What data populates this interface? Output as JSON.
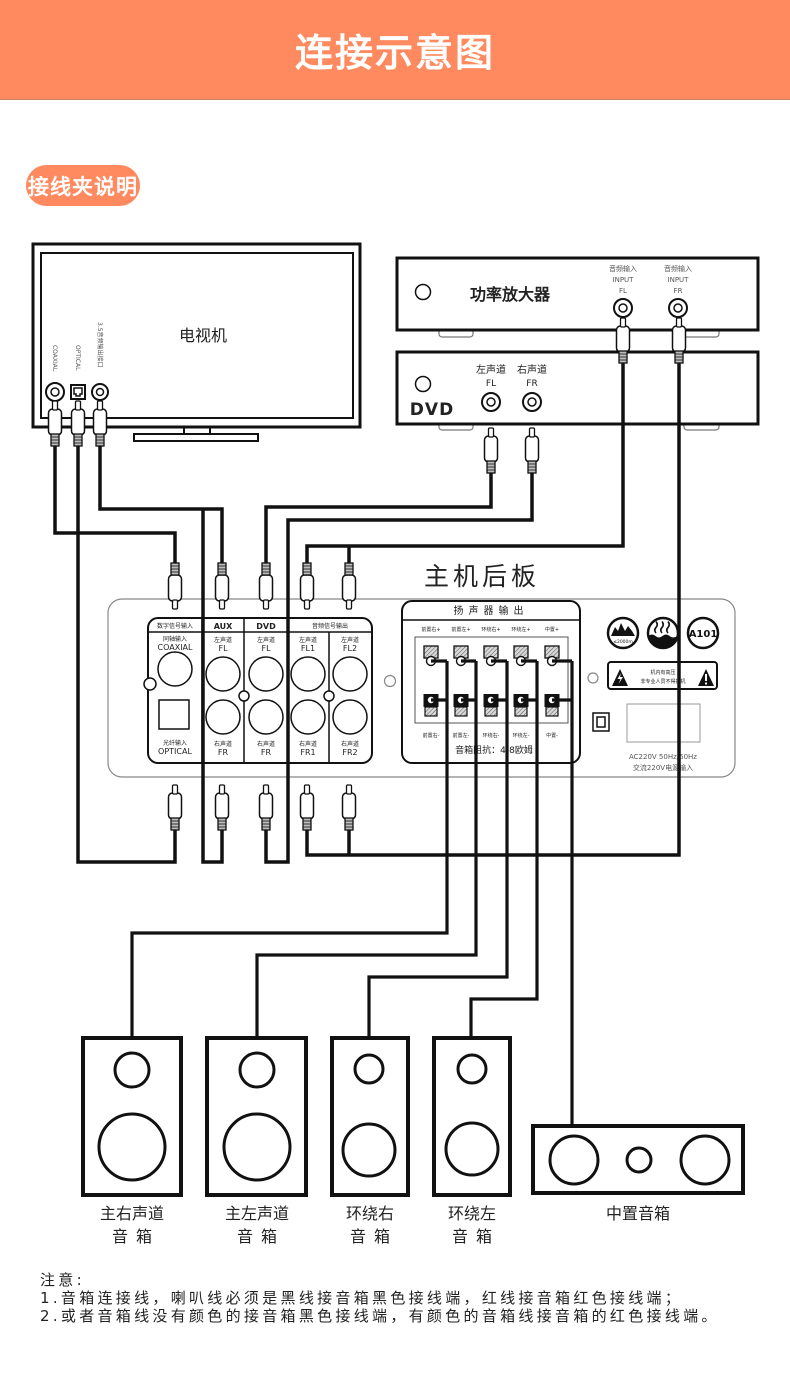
{
  "colors": {
    "accent": "#FF8A5F",
    "line": "#111111"
  },
  "header": {
    "title": "连接示意图"
  },
  "section": {
    "label": "接线夹说明"
  },
  "tv": {
    "label": "电视机",
    "ports": {
      "coaxial": "COAXIAL",
      "optical": "OPTICAL",
      "analog": "3.5音频输出接口"
    }
  },
  "amplifier": {
    "label": "功率放大器",
    "inputs": [
      {
        "cn": "音频输入",
        "en": "INPUT",
        "channel": "FL"
      },
      {
        "cn": "音频输入",
        "en": "INPUT",
        "channel": "FR"
      }
    ]
  },
  "dvd": {
    "label": "DVD",
    "outputs": [
      {
        "cn": "左声道",
        "channel": "FL"
      },
      {
        "cn": "右声道",
        "channel": "FR"
      }
    ]
  },
  "rear_panel": {
    "title": "主机后板",
    "digital_input": {
      "header": "数字信号输入",
      "coaxial_cn": "同轴输入",
      "coaxial_en": "COAXIAL",
      "optical_cn": "光纤输入",
      "optical_en": "OPTICAL"
    },
    "aux_input": {
      "header": "AUX",
      "left_cn": "左声道",
      "left_ch": "FL",
      "right_cn": "右声道",
      "right_ch": "FR"
    },
    "dvd_input": {
      "header": "DVD",
      "left_cn": "左声道",
      "left_ch": "FL",
      "right_cn": "右声道",
      "right_ch": "FR"
    },
    "audio_output": {
      "header": "音频信号输出",
      "columns": [
        {
          "left_cn": "左声道",
          "left_ch": "FL1",
          "right_cn": "右声道",
          "right_ch": "FR1"
        },
        {
          "left_cn": "左声道",
          "left_ch": "FL2",
          "right_cn": "右声道",
          "right_ch": "FR2"
        }
      ]
    },
    "speaker_output": {
      "header": "扬声器输出",
      "channels": [
        {
          "positive": "前置右+",
          "negative": "前置右-"
        },
        {
          "positive": "前置左+",
          "negative": "前置左-"
        },
        {
          "positive": "环绕右+",
          "negative": "环绕右-"
        },
        {
          "positive": "环绕左+",
          "negative": "环绕左-"
        },
        {
          "positive": "中置+",
          "negative": "中置-"
        }
      ],
      "impedance": "音箱阻抗：4-8欧姆"
    },
    "badges": {
      "altitude": "≤2000m",
      "model": "A101"
    },
    "warning": {
      "line1": "机内有高压",
      "line2": "非专业人员不得拆机"
    },
    "power": {
      "line1": "AC220V 50Hz/60Hz",
      "line2": "交流220V电源输入"
    }
  },
  "speakers": [
    {
      "name": "主右声道",
      "sub": "音箱"
    },
    {
      "name": "主左声道",
      "sub": "音箱"
    },
    {
      "name": "环绕右",
      "sub": "音箱"
    },
    {
      "name": "环绕左",
      "sub": "音箱"
    },
    {
      "name": "中置音箱"
    }
  ],
  "notes": {
    "title": "注意:",
    "lines": [
      "1.音箱连接线，喇叭线必须是黑线接音箱黑色接线端，红线接音箱红色接线端；",
      "2.或者音箱线没有颜色的接音箱黑色接线端，有颜色的音箱线接音箱的红色接线端。"
    ]
  }
}
